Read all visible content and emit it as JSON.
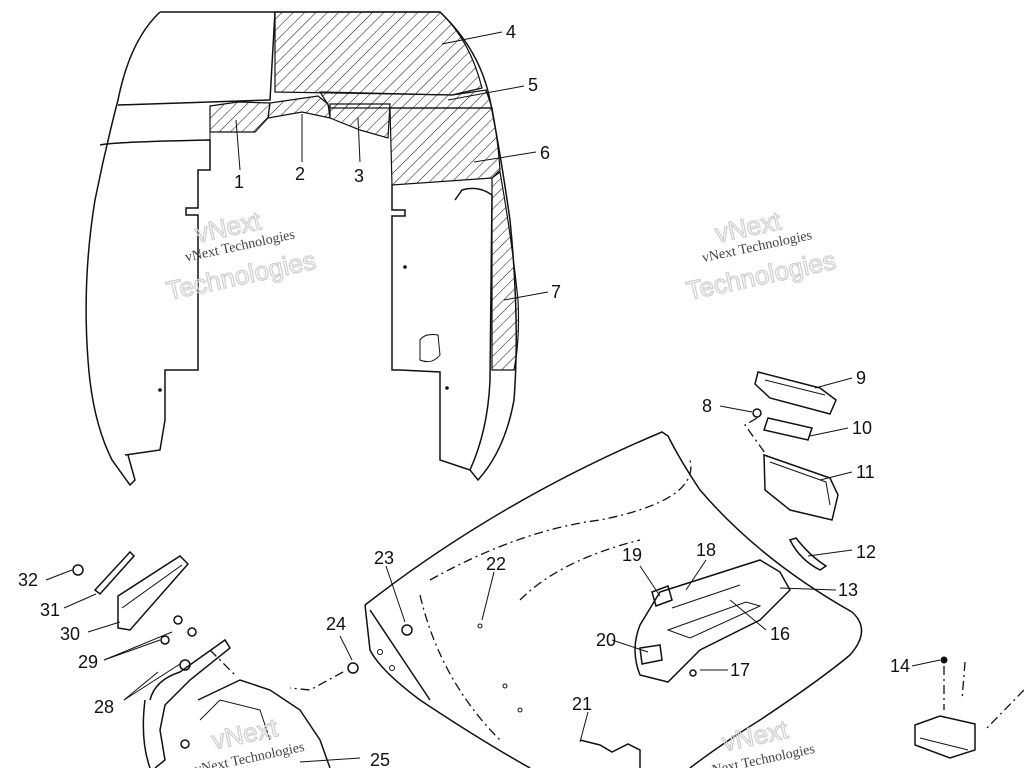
{
  "labels": {
    "n1": "1",
    "n2": "2",
    "n3": "3",
    "n4": "4",
    "n5": "5",
    "n6": "6",
    "n7": "7",
    "n8": "8",
    "n9": "9",
    "n10": "10",
    "n11": "11",
    "n12": "12",
    "n13": "13",
    "n14": "14",
    "n16": "16",
    "n17": "17",
    "n18": "18",
    "n19": "19",
    "n20": "20",
    "n21": "21",
    "n22": "22",
    "n23": "23",
    "n24": "24",
    "n25": "25",
    "n28": "28",
    "n29": "29",
    "n30": "30",
    "n31": "31",
    "n32": "32"
  },
  "watermark": {
    "line1": "vNext",
    "line2": "vNext Technologies",
    "line3": "Technologies"
  }
}
